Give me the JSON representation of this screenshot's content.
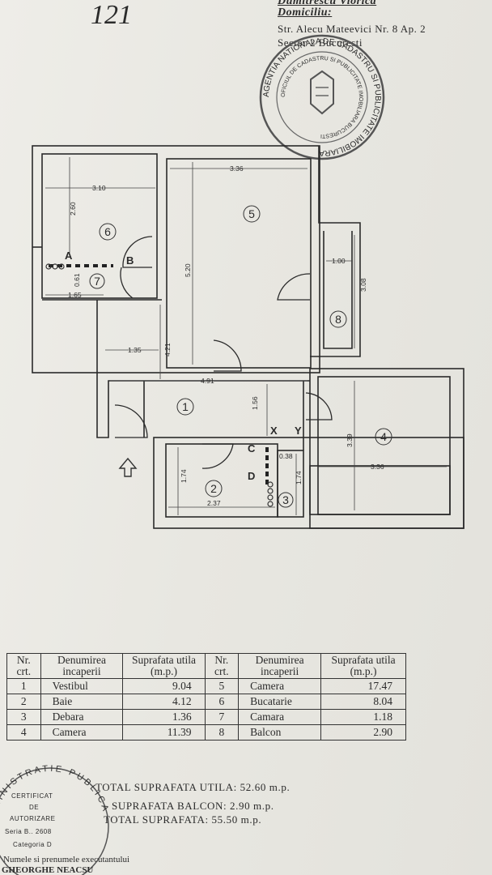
{
  "header": {
    "line1": "Dumitrescu Viorica",
    "domiciliu_label": "Domiciliu:",
    "address1": "Str. Alecu Mateevici Nr. 8 Ap. 2",
    "address2": "Sector 2 Bucuresti",
    "scribble": "121"
  },
  "stamp": {
    "text": "AGENTIA NATIONALA DE CADASTRU SI PUBLICITATE IMOBILIARA",
    "inner": "OFICIUL DE CADASTRU SI PUBLICITATE IMOBILIARA BUCURESTI"
  },
  "plan": {
    "rooms": [
      "1",
      "2",
      "3",
      "4",
      "5",
      "6",
      "7",
      "8"
    ],
    "dimensions": [
      "3.10",
      "3.36",
      "2.60",
      "5.20",
      "1.00",
      "3.08",
      "0.61",
      "1.65",
      "1.35",
      "4.21",
      "4.91",
      "1.56",
      "0.38",
      "3.39",
      "3.36",
      "1.74",
      "1.74",
      "2.37"
    ],
    "letters": [
      "A",
      "B",
      "C",
      "D",
      "X",
      "Y"
    ]
  },
  "table": {
    "headers": [
      "Nr. crt.",
      "Denumirea incaperii",
      "Suprafata utila (m.p.)",
      "Nr. crt.",
      "Denumirea incaperii",
      "Suprafata utila (m.p.)"
    ],
    "rows": [
      {
        "nr1": "1",
        "name1": "Vestibul",
        "area1": "9.04",
        "nr2": "5",
        "name2": "Camera",
        "area2": "17.47"
      },
      {
        "nr1": "2",
        "name1": "Baie",
        "area1": "4.12",
        "nr2": "6",
        "name2": "Bucatarie",
        "area2": "8.04"
      },
      {
        "nr1": "3",
        "name1": "Debara",
        "area1": "1.36",
        "nr2": "7",
        "name2": "Camara",
        "area2": "1.18"
      },
      {
        "nr1": "4",
        "name1": "Camera",
        "area1": "11.39",
        "nr2": "8",
        "name2": "Balcon",
        "area2": "2.90"
      }
    ]
  },
  "totals": {
    "utila": "TOTAL SUPRAFATA UTILA: 52.60 m.p.",
    "balcon": "SUPRAFATA BALCON: 2.90 m.p.",
    "total": "TOTAL SUPRAFATA: 55.50 m.p."
  },
  "certificate": {
    "ring": "ADMINISTRATIE PUBLICA",
    "l1": "CERTIFICAT",
    "l2": "DE",
    "l3": "AUTORIZARE",
    "l4": "Seria B.. 2608",
    "l5": "Categoria D",
    "sign1": "Numele si prenumele executantului",
    "sign2": "GHEORGHE NEACSU"
  }
}
